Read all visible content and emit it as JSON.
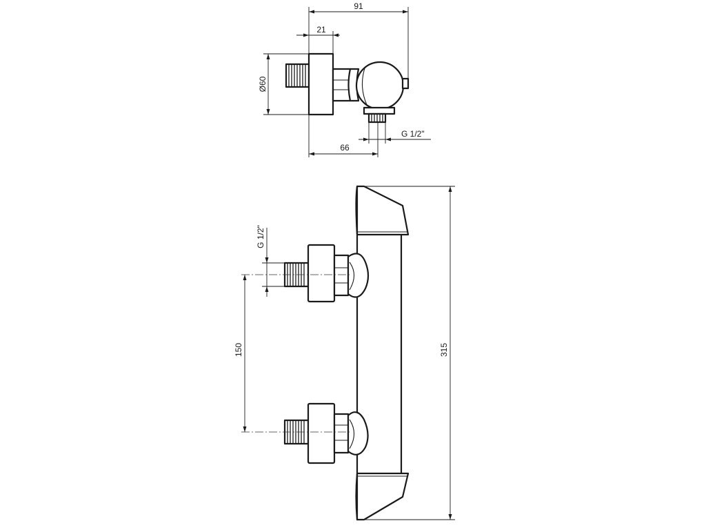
{
  "dimensions": {
    "total_depth": "91",
    "flange_depth": "21",
    "flange_diameter": "Ø60",
    "outlet_offset": "66",
    "outlet_thread": "G 1/2\"",
    "inlet_thread": "G 1/2\"",
    "inlet_spacing": "150",
    "body_height": "315"
  }
}
